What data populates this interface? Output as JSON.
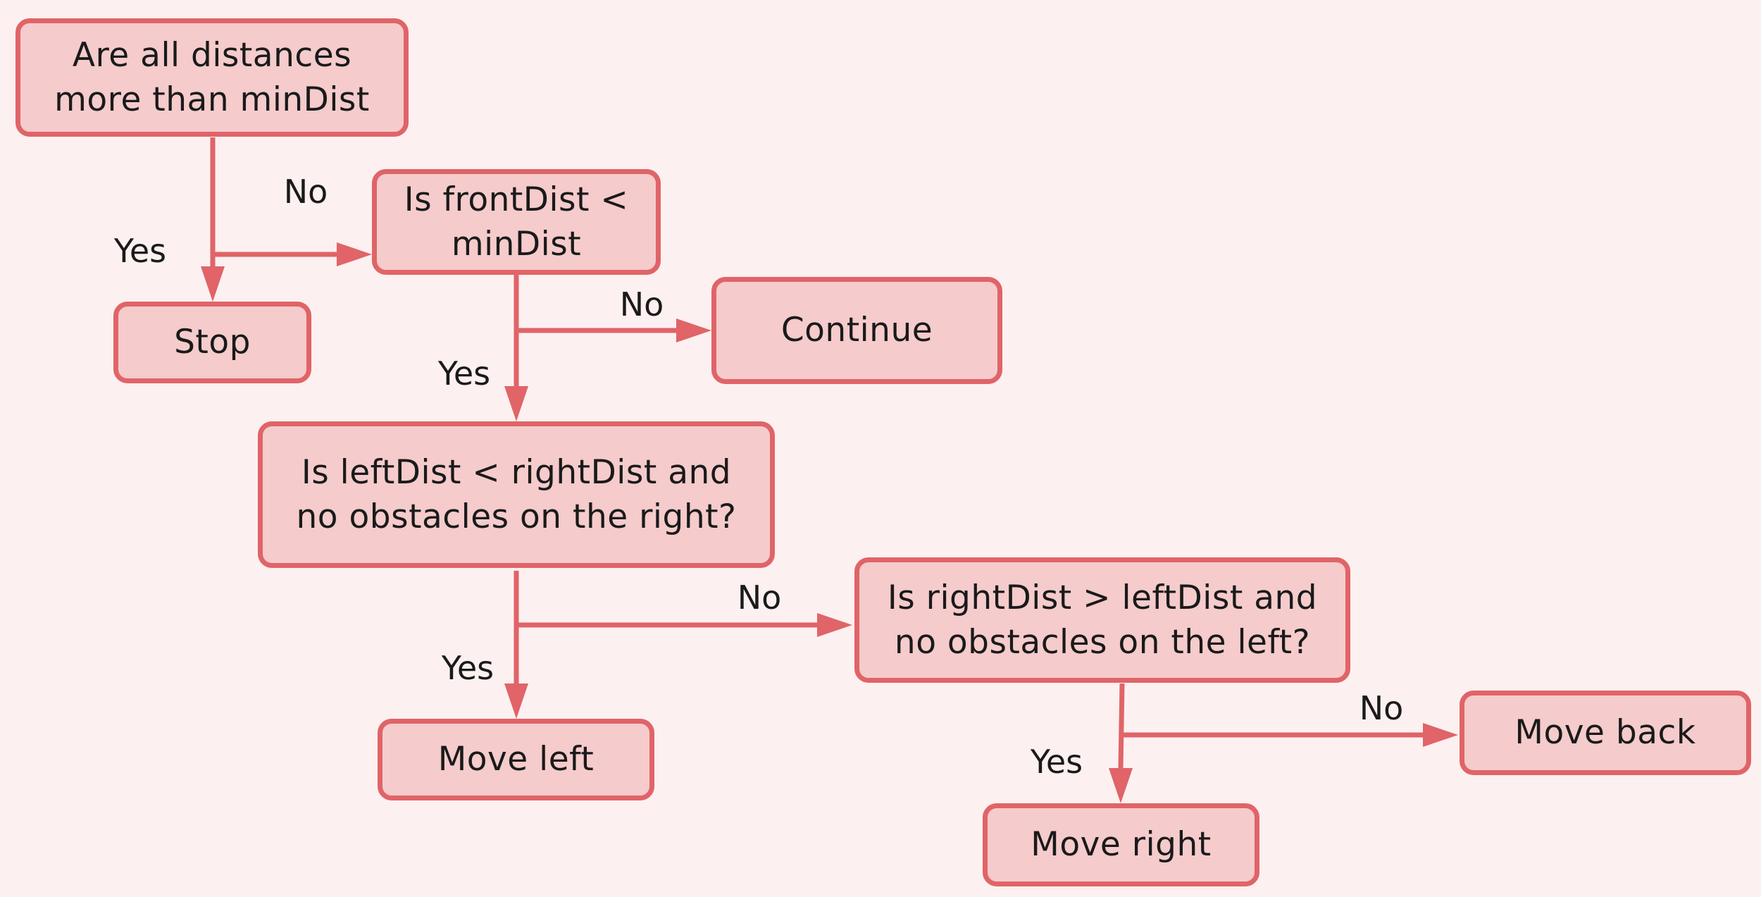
{
  "colors": {
    "background": "#fdf0f0",
    "node_fill": "#f5cbcc",
    "node_stroke": "#e06468",
    "edge": "#e06468",
    "text": "#1a1a1a"
  },
  "nodes": {
    "q_all_distances": "Are all distances\nmore than minDist",
    "q_front": "Is frontDist <\nminDist",
    "stop": "Stop",
    "continue": "Continue",
    "q_left": "Is leftDist < rightDist and\nno obstacles on the right?",
    "q_right": "Is rightDist > leftDist and\nno obstacles on the left?",
    "move_left": "Move left",
    "move_back": "Move back",
    "move_right": "Move right"
  },
  "edge_labels": {
    "all_yes": "Yes",
    "all_no": "No",
    "front_yes": "Yes",
    "front_no": "No",
    "left_yes": "Yes",
    "left_no": "No",
    "right_yes": "Yes",
    "right_no": "No"
  }
}
